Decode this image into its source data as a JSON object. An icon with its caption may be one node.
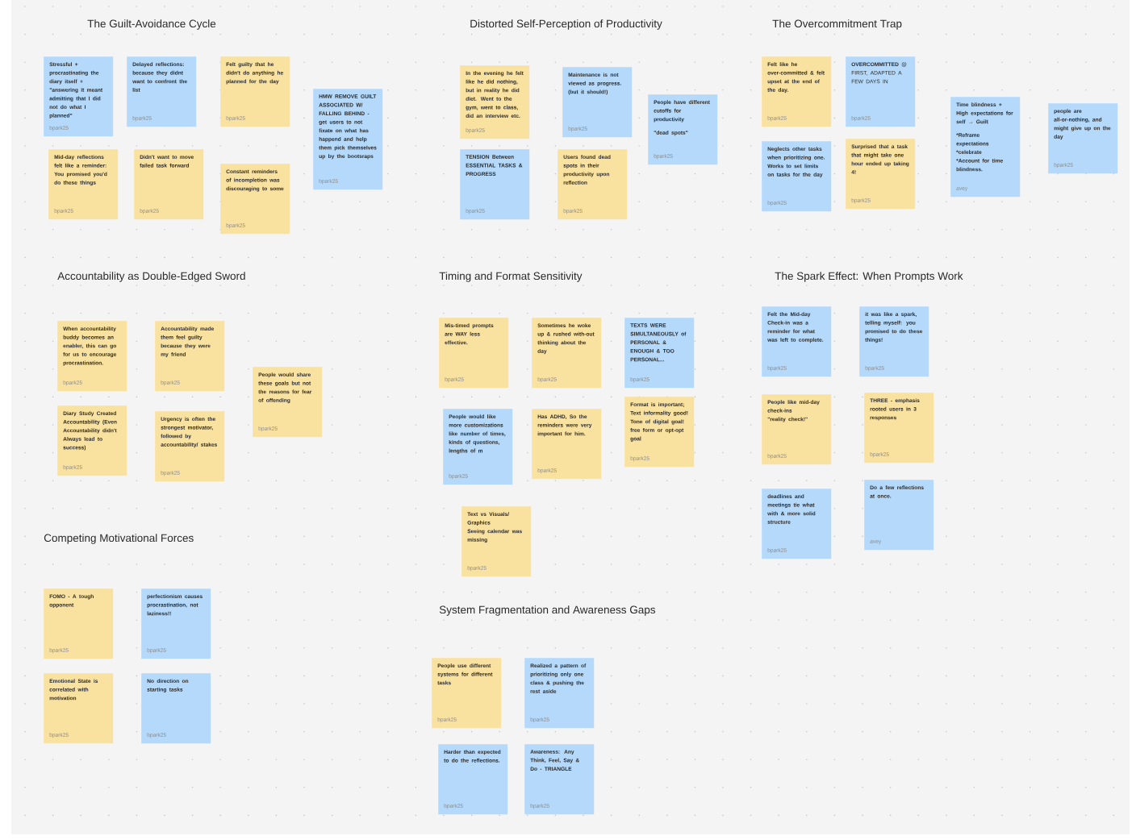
{
  "diagram": {
    "nodes": [
      {
        "text": [
          "Stressful + procrastinating the diary itself + \"answering it meant admitting that I did not do what I planned\"",
          "bpark25"
        ]
      },
      {
        "text": [
          "Delayed reflections: because they didnt want to confront the list",
          "bpark25"
        ]
      },
      {
        "text": [
          "Felt guilty that he didn't do anything he planned for the day",
          "bpark25"
        ]
      },
      {
        "text": [
          "HMW REMOVE GUILT ASSOCIATED W/ FALLING BEHIND - get users to not fixate on what has happend and help them pick themselves up by the bootsraps",
          "bpark25"
        ]
      },
      {
        "text": [
          "Mid-day reflections felt like a reminder: You promised you'd do these things",
          "bpark25"
        ]
      },
      {
        "text": [
          "Didn't want to move failed task forward",
          "bpark25"
        ]
      },
      {
        "text": [
          "Constant reminders of incompletion was discouraging to some",
          "bpark25"
        ]
      },
      {
        "text": [
          "In the evening he felt like he did nothing, but in reality he did diet. Went to the gym, went to class, did an interview etc.",
          "bpark25"
        ]
      },
      {
        "text": [
          "Maintenance is not viewed as progress. (but it should!)",
          "bpark25"
        ]
      },
      {
        "text": [
          "People have different cutoffs for productivity",
          "\"dead spots\"",
          "bpark25"
        ]
      },
      {
        "text": [
          "TENSION Between ESSENTIAL TASKS & PROGRESS",
          "bpark25"
        ]
      },
      {
        "text": [
          "Users found dead spots in their productivity upon reflection",
          "bpark25"
        ]
      },
      {
        "text": [
          "Felt like he over-committed & felt upset at the end of the day.",
          "bpark25"
        ]
      },
      {
        "text": [
          "**OVERCOMMITTED** @ FIRST, ADAPTED A FEW DAYS IN",
          "bpark25"
        ]
      },
      {
        "text": [
          "Time blindness + High expectations for self → Guilt",
          "*Reframe expectations",
          "*celebrate",
          "*Account for time blindness.",
          "avey"
        ]
      },
      {
        "text": [
          "people are all-or-nothing, and might give up on the day",
          "bpark25"
        ]
      },
      {
        "text": [
          "Neglects other tasks when prioritizing one. Works to set limits on tasks for the day",
          "bpark25"
        ]
      },
      {
        "text": [
          "Surprised that a task that might take one hour ended up taking 4!",
          "bpark25"
        ]
      },
      {
        "text": [
          "When accountability buddy becomes an enabler, this can go for us to encourage procrastination.",
          "bpark25"
        ]
      },
      {
        "text": [
          "Accountability made them feel guilty because they were my friend",
          "bpark25"
        ]
      },
      {
        "text": [
          "People would share these goals but not the reasons for fear of offending",
          "bpark25"
        ]
      },
      {
        "text": [
          "Diary Study Created Accountability (Even Accountability didn't Always lead to success)",
          "bpark25"
        ]
      },
      {
        "text": [
          "Urgency is often the strongest motivator, followed by accountability/ stakes",
          "bpark25"
        ]
      },
      {
        "text": [
          "FOMO - A tough opponent",
          "bpark25"
        ]
      },
      {
        "text": [
          "perfectionism causes procrastination, not laziness!!",
          "bpark25"
        ]
      },
      {
        "text": [
          "Emotional State is correlated with motivation",
          "bpark25"
        ]
      },
      {
        "text": [
          "No direction on starting tasks",
          "bpark25"
        ]
      },
      {
        "text": [
          "Mis-timed prompts are WAY less effective.",
          "bpark25"
        ]
      },
      {
        "text": [
          "Sometimes he woke up & rushed with-out thinking about the day",
          "bpark25"
        ]
      },
      {
        "text": [
          "TEXTS WERE SIMULTANEOUSLY of PERSONAL & ENOUGH & TOO PERSONAL...",
          "bpark25"
        ]
      },
      {
        "text": [
          "People would like more customizations like number of times, kinds of questions, lengths of m",
          "bpark25"
        ]
      },
      {
        "text": [
          "Has ADHD, So the reminders were very important for him.",
          "bpark25"
        ]
      },
      {
        "text": [
          "Format is important; Text informality good! Tone of digital goal! free form or opt-opt goal",
          "bpark25"
        ]
      },
      {
        "text": [
          "Text vs Visuals/ Graphics",
          "Seeing calendar was missing",
          "bpark25"
        ]
      },
      {
        "text": [
          "People use different systems for different tasks",
          "bpark25"
        ]
      },
      {
        "text": [
          "Realized a pattern of prioritizing only one class & pushing the rest aside",
          "bpark25"
        ]
      },
      {
        "text": [
          "Harder than expected to do the reflections.",
          "bpark25"
        ]
      },
      {
        "text": [
          "Awareness: Any Think, Feel, Say & Do - TRIANGLE",
          "bpark25"
        ]
      },
      {
        "text": [
          "Felt the Mid-day Check-in was a reminder for what was left to complete.",
          "bpark25"
        ]
      },
      {
        "text": [
          "it was like a spark, telling myself: you promised to do these things!",
          "bpark25"
        ]
      },
      {
        "text": [
          "People like mid-day check-ins",
          "\"reality check!\"",
          "bpark25"
        ]
      },
      {
        "text": [
          "THREE - emphasis rooted users in 3 responses",
          "bpark25"
        ]
      },
      {
        "text": [
          "deadlines and meetings tie what with & more solid structure",
          "bpark25"
        ]
      },
      {
        "text": [
          "Do a few reflections at once.",
          "avey"
        ]
      }
    ],
    "labels": [
      "The Guilt-Avoidance Cycle",
      "Distorted Self-Perception of Productivity",
      "The Overcommitment Trap",
      "Accountability as Double-Edged Sword",
      "Timing and Format Sensitivity",
      "The Spark Effect: When Prompts Work",
      "Competing Motivational Forces",
      "System Fragmentation and Awareness Gaps"
    ]
  }
}
